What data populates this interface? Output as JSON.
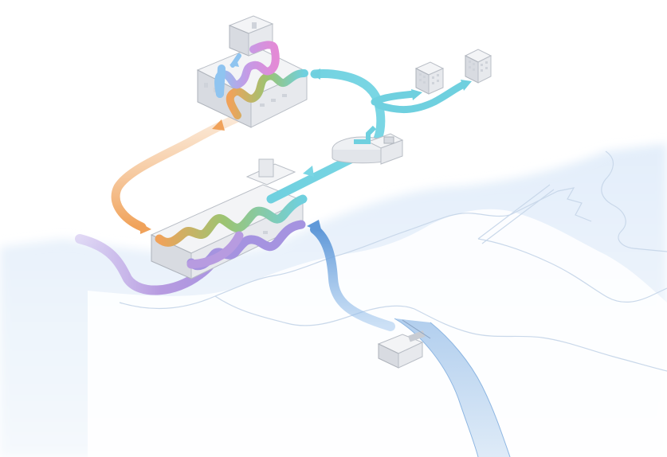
{
  "diagram": {
    "kind": "district-energy-illustration",
    "colors": {
      "orange_flow": "#f0a25a",
      "purple_flow": "#b79be0",
      "cyan_flow": "#6fd0df",
      "blue_flow": "#6aa2dc",
      "pink_flow": "#e38ad6",
      "green_flow": "#9cc472",
      "water": "#dbe9f7",
      "coast_line": "#c9d8ea",
      "building": "#eceef2"
    },
    "elements": [
      "heat-plant-top",
      "heat-plant-bottom",
      "apartment-block-1",
      "apartment-block-2",
      "round-storage-building",
      "pump-station",
      "river"
    ]
  }
}
